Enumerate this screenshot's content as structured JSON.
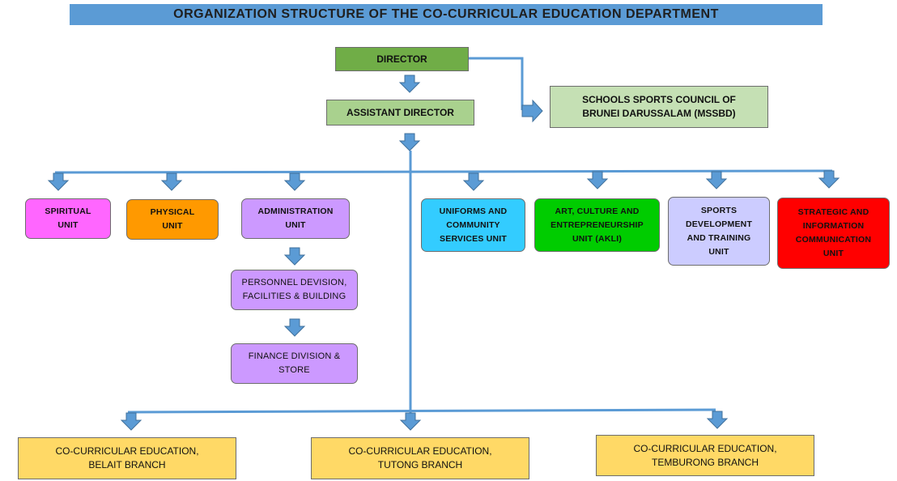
{
  "title": "ORGANIZATION STRUCTURE OF THE CO-CURRICULAR EDUCATION DEPARTMENT",
  "director": "DIRECTOR",
  "assistant_director": "ASSISTANT DIRECTOR",
  "mssbd": "SCHOOLS SPORTS COUNCIL OF\nBRUNEI DARUSSALAM (MSSBD)",
  "units": {
    "spiritual": "SPIRITUAL\nUNIT",
    "physical": "PHYSICAL\nUNIT",
    "administration": "ADMINISTRATION\nUNIT",
    "uniforms": "UNIFORMS AND\nCOMMUNITY\nSERVICES UNIT",
    "art": "ART, CULTURE AND\nENTREPRENEURSHIP\nUNIT (AKLI)",
    "sports": "SPORTS\nDEVELOPMENT\nAND TRAINING\nUNIT",
    "strategic": "STRATEGIC AND\nINFORMATION\nCOMMUNICATION\nUNIT"
  },
  "divisions": {
    "personnel": "PERSONNEL DEVISION,\nFACILITIES & BUILDING",
    "finance": "FINANCE DIVISION &\nSTORE"
  },
  "branches": {
    "belait": "CO-CURRICULAR EDUCATION,\nBELAIT BRANCH",
    "tutong": "CO-CURRICULAR EDUCATION,\nTUTONG BRANCH",
    "temburong": "CO-CURRICULAR EDUCATION,\nTEMBURONG BRANCH"
  },
  "colors": {
    "title_bg": "#5b9bd5",
    "director": "#70ad47",
    "assistant": "#a9d18e",
    "mssbd": "#c5e0b4",
    "spiritual": "#ff66ff",
    "physical": "#ff9900",
    "administration": "#cc99ff",
    "uniforms": "#33ccff",
    "art": "#00cc00",
    "sports": "#ccccff",
    "strategic": "#ff0000",
    "branch": "#ffd966",
    "connector": "#5b9bd5"
  }
}
